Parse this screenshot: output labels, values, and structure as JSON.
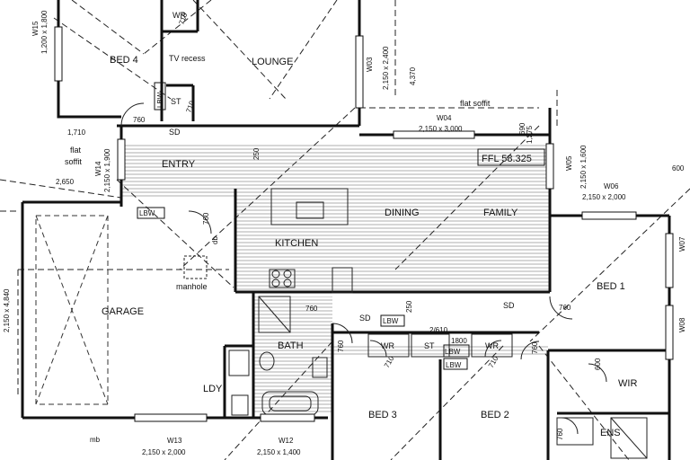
{
  "rooms": {
    "bed4": "BED 4",
    "lounge": "LOUNGE",
    "entry": "ENTRY",
    "dining": "DINING",
    "family": "FAMILY",
    "kitchen": "KITCHEN",
    "garage": "GARAGE",
    "bath": "BATH",
    "ldy": "LDY",
    "bed3": "BED 3",
    "bed2": "BED 2",
    "bed1": "BED 1",
    "wir_right": "WIR",
    "ens": "ENS"
  },
  "cupboards": {
    "wr_top": "WR",
    "st_top": "ST",
    "wr_bed3": "WR",
    "st_mid": "ST",
    "wr_bed2": "WR"
  },
  "annotations": {
    "tv_recess": "TV recess",
    "flat_soffit_right": "flat soffit",
    "flat_soffit_left_1": "flat",
    "flat_soffit_left_2": "soffit",
    "ffl": "FFL 58.325",
    "manhole": "manhole",
    "mb": "mb",
    "db": "db",
    "sd1": "SD",
    "sd2": "SD",
    "sd3": "SD",
    "lbw1": "LBW",
    "lbw2": "LBW",
    "lbw3": "LBW",
    "lbw4": "LBW",
    "lbw5": "LBW"
  },
  "windows": {
    "w15": "W15",
    "w15_size": "1,200 x 1,800",
    "w03": "W03",
    "w03_size": "2,150 x 2,400",
    "w04": "W04",
    "w04_size": "2,150 x 3,000",
    "w05": "W05",
    "w05_size": "2,150 x 1,600",
    "w06": "W06",
    "w06_size": "2,150 x 2,000",
    "w14": "W14",
    "w14_size": "2,150 x 1,900",
    "w13": "W13",
    "w13_size": "2,150 x 2,000",
    "w12": "W12",
    "w12_size": "2,150 x 1,400",
    "w07": "W07",
    "w08": "W08",
    "garage_side": "2,150 x 4,840"
  },
  "dimensions": {
    "d4370": "4,370",
    "d1710": "1,710",
    "d2650": "2,650",
    "d760_entry": "760",
    "d760_kitchen": "760",
    "d760_bath": "760",
    "d760_bath_side": "760",
    "d760_bed1": "760",
    "d760_wir": "760",
    "d760_ens": "760",
    "d250_a": "250",
    "d250_b": "250",
    "d690": "690",
    "d1275": "1,275",
    "d710_a": "710",
    "d710_b": "710",
    "d710_c": "710",
    "d710_d": "710",
    "d2610": "2/610",
    "d1800": "1800",
    "d600_a": "600",
    "d600_b": "600"
  }
}
